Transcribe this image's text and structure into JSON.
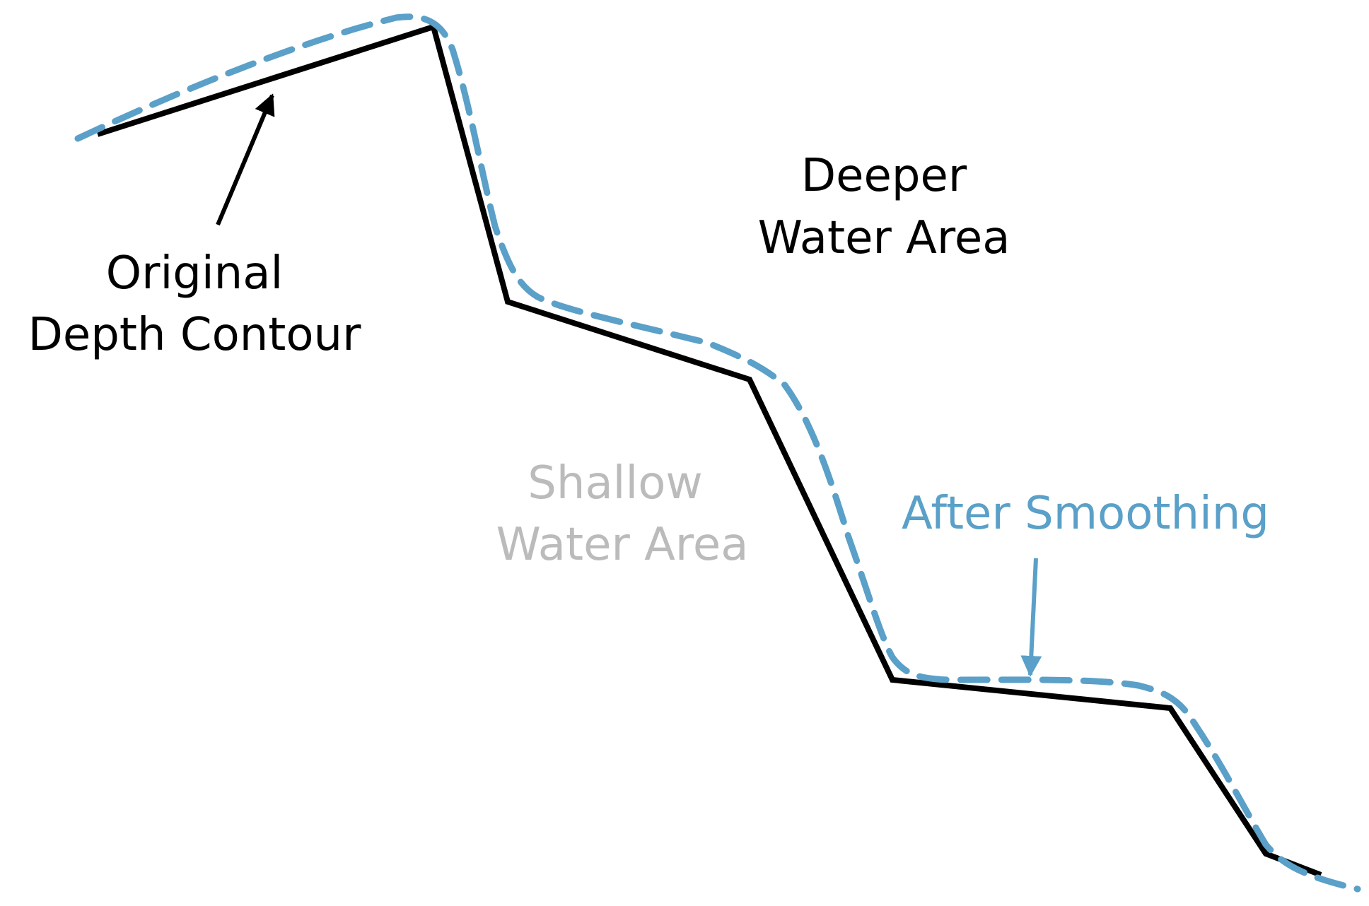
{
  "labels": {
    "original_line1": "Original",
    "original_line2": "Depth Contour",
    "deeper_line1": "Deeper",
    "deeper_line2": "Water Area",
    "shallow_line1": "Shallow",
    "shallow_line2": "Water Area",
    "after_smoothing": "After Smoothing"
  },
  "colors": {
    "original": "#000000",
    "smoothed": "#5aa0c8",
    "shallow_text": "#bbbbbb",
    "deeper_text": "#000000"
  }
}
